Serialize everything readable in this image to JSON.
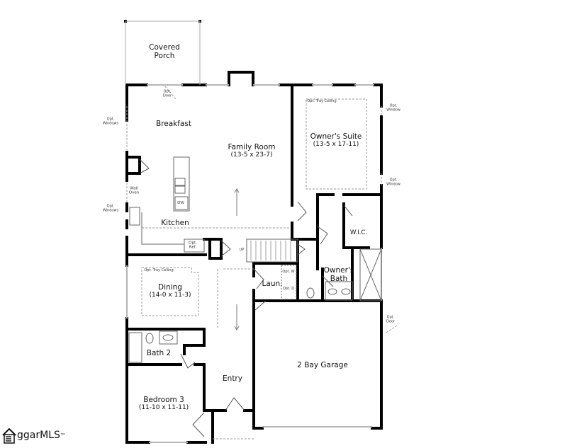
{
  "rooms": {
    "covered_porch": {
      "name_line1": "Covered",
      "name_line2": "Porch"
    },
    "breakfast": {
      "name": "Breakfast"
    },
    "family_room": {
      "name": "Family Room",
      "dims": "(13-5 x 23-7)"
    },
    "owners_suite": {
      "name": "Owner's Suite",
      "dims": "(13-5 x 17-11)",
      "note": "Opt. Tray Ceiling"
    },
    "kitchen": {
      "name": "Kitchen",
      "wall_oven_line1": "Wall",
      "wall_oven_line2": "Oven",
      "dw": "DW",
      "opt_ref_line1": "Opt.",
      "opt_ref_line2": "Ref."
    },
    "wic": {
      "name": "W.I.C."
    },
    "owners_bath": {
      "name_line1": "Owner's",
      "name_line2": "Bath"
    },
    "laundry": {
      "name": "Laun.",
      "washer": "Opt. W",
      "dryer": "Opt. D"
    },
    "dining": {
      "name": "Dining",
      "dims": "(14-0 x 11-3)",
      "note": "Opt. Tray Ceiling"
    },
    "bath2": {
      "name": "Bath 2"
    },
    "bedroom3": {
      "name": "Bedroom 3",
      "dims": "(11-10 x 11-11)"
    },
    "entry": {
      "name": "Entry"
    },
    "garage": {
      "name": "2 Bay Garage"
    }
  },
  "annotations": {
    "opt_door_top": {
      "l1": "Opt.",
      "l2": "Door"
    },
    "opt_windows_left_top": {
      "l1": "Opt.",
      "l2": "Windows"
    },
    "opt_windows_left_bottom": {
      "l1": "Opt.",
      "l2": "Windows"
    },
    "opt_window_right_top": {
      "l1": "Opt.",
      "l2": "Window"
    },
    "opt_window_right_bottom": {
      "l1": "Opt.",
      "l2": "Window"
    },
    "opt_door_garage": {
      "l1": "Opt.",
      "l2": "Door"
    },
    "stair_up": "UP"
  },
  "logo": {
    "text": "ggarMLS",
    "tm": "™"
  },
  "colors": {
    "wall": "#000000",
    "dashed": "#9a9a9a",
    "window": "#b5b5b5"
  }
}
